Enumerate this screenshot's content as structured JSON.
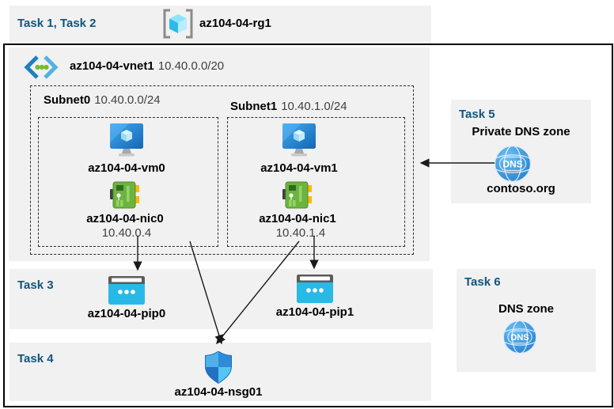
{
  "header": {
    "tasks_label": "Task 1, Task 2",
    "resource_group": "az104-04-rg1"
  },
  "vnet": {
    "name": "az104-04-vnet1",
    "cidr": "10.40.0.0/20",
    "subnets": [
      {
        "name": "Subnet0",
        "cidr": "10.40.0.0/24",
        "vm": "az104-04-vm0",
        "nic": "az104-04-nic0",
        "ip": "10.40.0.4"
      },
      {
        "name": "Subnet1",
        "cidr": "10.40.1.0/24",
        "vm": "az104-04-vm1",
        "nic": "az104-04-nic1",
        "ip": "10.40.1.4"
      }
    ]
  },
  "task3": {
    "label": "Task 3",
    "pip0": "az104-04-pip0",
    "pip1": "az104-04-pip1"
  },
  "task4": {
    "label": "Task 4",
    "nsg": "az104-04-nsg01"
  },
  "task5": {
    "label": "Task 5",
    "title": "Private DNS zone",
    "zone": "contoso.org",
    "dns_icon_text": "DNS"
  },
  "task6": {
    "label": "Task 6",
    "title": "DNS zone",
    "dns_icon_text": "DNS"
  },
  "colors": {
    "task_label": "#0E567F",
    "panel_fill": "#F1F1F1",
    "outline": "#000000",
    "arrow": "#1A1A1A",
    "vm_blue": "#2E8FD6",
    "nic_green": "#6CB33F",
    "pip_cyan": "#29B9E7",
    "dns_blue": "#2A82CE",
    "shield_blue": "#2E8CDB"
  }
}
